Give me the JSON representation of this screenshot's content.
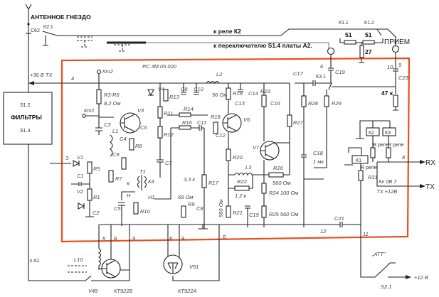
{
  "colors": {
    "frame": "#e8501e",
    "ink": "#222222"
  },
  "header": {
    "antenna": "АНТЕННОЕ ГНЕЗДО",
    "c62": "С62",
    "k21": "К2.1",
    "to_relay_k2": "к реле К2",
    "to_switch": "к переключателю S1.4 платы А2.",
    "k11": "К1.1",
    "k12": "К1.2",
    "r51a": "51",
    "r51b": "51",
    "r27": "27",
    "receive": "ПРИЕМ"
  },
  "filters": {
    "s12": "S1.2.",
    "title": "ФИЛЬТРЫ",
    "s13": "S1.3."
  },
  "board": {
    "code": "РС.3М.05.000",
    "plus30": "+30 В ТХ",
    "pin4": "4",
    "kt2": "Кт2",
    "r3r6": "R3-R6",
    "r3r6_val": "8,2 Ом",
    "kt1": "Кт1",
    "c3": "С3",
    "v3": "V3",
    "r11": "R11",
    "r12": "R12",
    "c6": "С6",
    "l1": "L1",
    "c4": "С4",
    "r8": "R8",
    "c7": "С7",
    "c9": "С9",
    "r7": "R7",
    "t1": "Т1",
    "k": "К",
    "k4": "К4",
    "n": "Н",
    "n1": "Н1",
    "c5": "С5",
    "r10": "R10",
    "v4": "V4",
    "r13": "R13",
    "c8": "С8",
    "c10": "С10",
    "l2": "L2",
    "r14": "R14",
    "r16": "R16",
    "c11": "С11",
    "r18": "R18",
    "l2_val": "56 Ом",
    "r19": "R19",
    "c14": "С14",
    "c13": "С13",
    "v6": "V6",
    "c12": "С12",
    "r23": "R23",
    "c16": "С16",
    "r27b": "R27",
    "c17": "С17",
    "k31": "К3.1",
    "c19": "С19",
    "pin6": "6",
    "pin10": "10",
    "pin9": "9",
    "c23": "С23",
    "r47k": "47 к",
    "r28": "R28",
    "r29": "R29",
    "v7": "V7",
    "r20": "R20",
    "l3": "L3",
    "r22": "R22",
    "r22_val": "1,2 к",
    "r26": "R26",
    "r26_val": "560 Ом",
    "r24": "R24 100 Ом",
    "r21": "R21",
    "r21_val": "560 Ом",
    "c15": "С15",
    "r25": "R25 560 Ом",
    "c18": "С18",
    "c18_val": "1 мк",
    "k2": "К2",
    "k3": "К3",
    "r_rele1": "R реле",
    "r_rele2": "R реле",
    "k1": "К1",
    "r_rele3": "R реле",
    "r31": "R31",
    "pin8": "8",
    "rx": "RX",
    "kk": "Кк 0В 7",
    "tx12": "ТХ +12В",
    "tx": "TX",
    "c21": "С21",
    "pin12": "12",
    "pin11": "11",
    "pin3": "3",
    "v1": "V1",
    "r5": "R5",
    "c1": "С1",
    "v2": "V2",
    "r1": "R1",
    "c2": "С2",
    "r17": "R17",
    "r17_val": "3,3 к",
    "r9_val": "68 Ом",
    "r9": "R9",
    "c8b": "С8"
  },
  "bottom": {
    "to_a1": "к А1",
    "l10": "L10",
    "pk": "К",
    "pb": "Б",
    "pe": "Э",
    "pk2": "К",
    "pe2": "Э",
    "pb2": "Б",
    "v49": "V49",
    "kt922b": "КТ922Б",
    "v51": "V51",
    "kt922a": "КТ922А",
    "att": "„АТТ\"",
    "plus12": "+12 В",
    "s21": "S2.1"
  }
}
